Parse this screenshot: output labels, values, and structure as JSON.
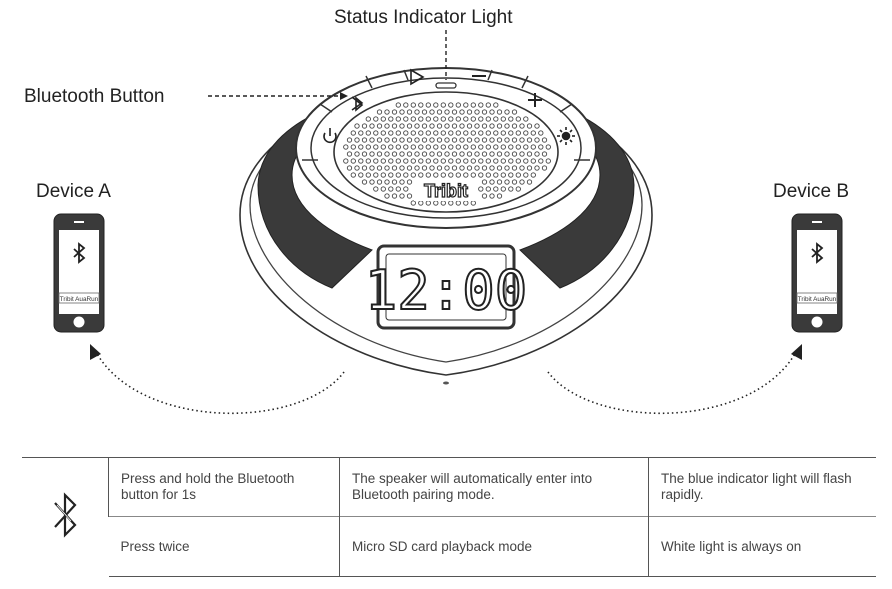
{
  "labels": {
    "status_indicator": "Status Indicator Light",
    "bluetooth_button": "Bluetooth Button",
    "device_a": "Device A",
    "device_b": "Device B"
  },
  "speaker": {
    "brand": "Tribit",
    "clock": "12:00"
  },
  "phone_screen_text": "Tribit AuaRun",
  "icons": [
    "bluetooth-icon",
    "play-icon",
    "minus-icon",
    "plus-icon",
    "power-icon",
    "brightness-icon"
  ],
  "table": {
    "rows": [
      {
        "action": "Press and hold the Bluetooth button for 1s",
        "result": "The speaker will automatically enter into Bluetooth pairing mode.",
        "indicator": "The blue indicator light will flash rapidly."
      },
      {
        "action": "Press twice",
        "result": "Micro SD card playback mode",
        "indicator": "White light is always on"
      }
    ]
  }
}
